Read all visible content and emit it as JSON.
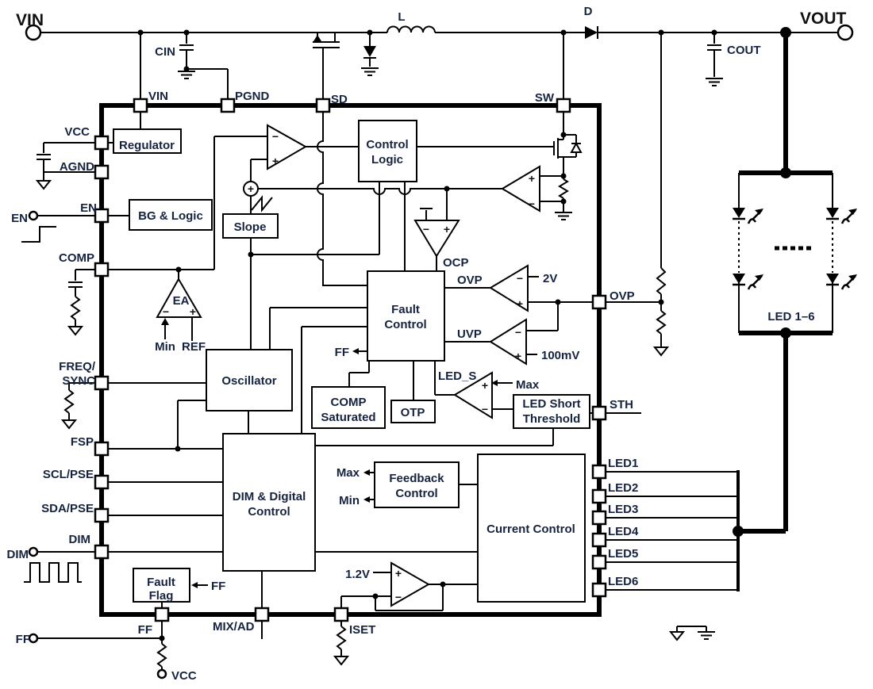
{
  "title_left": "VIN",
  "title_right": "VOUT",
  "external": {
    "cin": "CIN",
    "cout": "COUT",
    "inductor": "L",
    "diode": "D",
    "en_terminal": "EN",
    "dim_terminal": "DIM",
    "ff_terminal": "FF",
    "vcc_terminal": "VCC",
    "led_string": "LED 1–6"
  },
  "pins": {
    "top": [
      "VIN",
      "PGND",
      "SD",
      "SW"
    ],
    "left": [
      "VCC",
      "AGND",
      "EN",
      "COMP",
      "FREQ/",
      "SYNC",
      "FSP",
      "SCL/PSE",
      "SDA/PSE",
      "DIM"
    ],
    "right": [
      "OVP",
      "STH",
      "LED1",
      "LED2",
      "LED3",
      "LED4",
      "LED5",
      "LED6"
    ],
    "bottom": [
      "FF",
      "MIX/AD",
      "ISET"
    ]
  },
  "blocks": {
    "regulator": "Regulator",
    "bg_logic": "BG & Logic",
    "slope": "Slope",
    "oscillator": "Oscillator",
    "control_logic": [
      "Control",
      "Logic"
    ],
    "fault_control": [
      "Fault",
      "Control"
    ],
    "comp_saturated": [
      "COMP",
      "Saturated"
    ],
    "otp": "OTP",
    "led_short_threshold": [
      "LED Short",
      "Threshold"
    ],
    "feedback_control": [
      "Feedback",
      "Control"
    ],
    "current_control": "Current Control",
    "dim_digital": [
      "DIM & Digital",
      "Control"
    ],
    "fault_flag": [
      "Fault",
      "Flag"
    ]
  },
  "signals": {
    "ea": "EA",
    "ea_min": "Min",
    "ea_ref": "REF",
    "ocp": "OCP",
    "ovp": "OVP",
    "uvp": "UVP",
    "ref_2v": "2V",
    "ref_100mv": "100mV",
    "led_s": "LED_S",
    "led_s_max": "Max",
    "ff_to_fault": "FF",
    "ff_to_flag": "FF",
    "fb_max": "Max",
    "fb_min": "Min",
    "iset_ref": "1.2V",
    "plus": "+",
    "minus": "−"
  }
}
